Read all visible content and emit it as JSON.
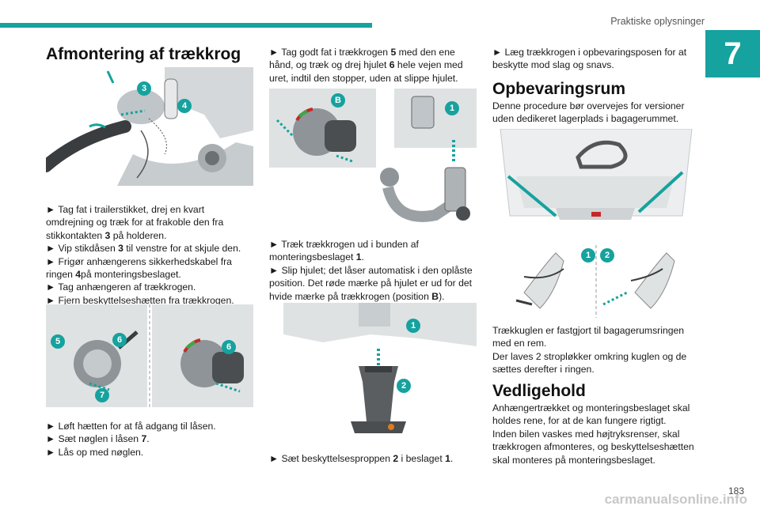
{
  "header": {
    "title": "Praktiske oplysninger",
    "chapter": "7"
  },
  "page_number": "183",
  "watermark": "carmanualsonline.info",
  "col1": {
    "heading": "Afmontering af trækkrog",
    "p1": [
      "► Tag fat i trailerstikket, drej en kvart",
      "omdrejning og træk for at frakoble den fra",
      "stikkontakten ",
      "3",
      " på holderen."
    ],
    "p2": [
      "► Vip stikdåsen ",
      "3",
      " til venstre for at skjule den."
    ],
    "p3": [
      "► Frigør anhængerens sikkerhedskabel fra",
      "ringen ",
      "4",
      "på monteringsbeslaget."
    ],
    "p4": "► Tag anhængeren af trækkrogen.",
    "p5": "► Fjern beskyttelseshætten fra trækkrogen.",
    "p6": "► Løft hætten for at få adgang til låsen.",
    "p7": [
      "► Sæt nøglen i låsen ",
      "7",
      "."
    ],
    "p8": "► Lås op med nøglen.",
    "fig1_badges": [
      "3",
      "4"
    ],
    "fig2_badges": [
      "5",
      "6",
      "7",
      "6"
    ]
  },
  "col2": {
    "p1": [
      "► Tag godt fat i trækkrogen ",
      "5",
      " med den ene",
      "hånd, og træk og drej hjulet ",
      "6",
      " hele vejen med",
      "uret, indtil den stopper, uden at slippe hjulet."
    ],
    "p2": [
      "► Træk trækkrogen ud i bunden af",
      "monteringsbeslaget ",
      "1",
      "."
    ],
    "p3": [
      "► Slip hjulet; det låser automatisk i den oplåste",
      "position. Det røde mærke på hjulet er ud for det",
      "hvide mærke på trækkrogen (position ",
      "B",
      ")."
    ],
    "p4": [
      "► Sæt beskyttelsesproppen ",
      "2",
      " i beslaget ",
      "1",
      "."
    ],
    "fig3_badges": [
      "B",
      "1"
    ],
    "fig4_badges": [
      "1",
      "2"
    ]
  },
  "col3": {
    "p1": [
      "► Læg trækkrogen i opbevaringsposen for at",
      "beskytte mod slag og snavs."
    ],
    "heading1": "Opbevaringsrum",
    "p2": [
      "Denne procedure bør overvejes for versioner",
      "uden dedikeret lagerplads i bagagerummet."
    ],
    "p3": [
      "Trækkuglen er fastgjort til bagagerumsringen",
      "med en rem.",
      "Der laves 2 strop­løkker omkring kuglen og de",
      "sættes derefter i ringen."
    ],
    "heading2": "Vedligehold",
    "p4": [
      "Anhængertrækket og monteringsbeslaget skal",
      "holdes rene, for at de kan fungere rigtigt.",
      "Inden bilen vaskes med højtryksrenser, skal",
      "trækkrogen afmonteres, og beskyttelseshætten",
      "skal monteres på monteringsbeslaget."
    ],
    "fig6_badges": [
      "1",
      "2"
    ]
  },
  "colors": {
    "accent": "#16a29e",
    "text": "#1a1a1a"
  }
}
